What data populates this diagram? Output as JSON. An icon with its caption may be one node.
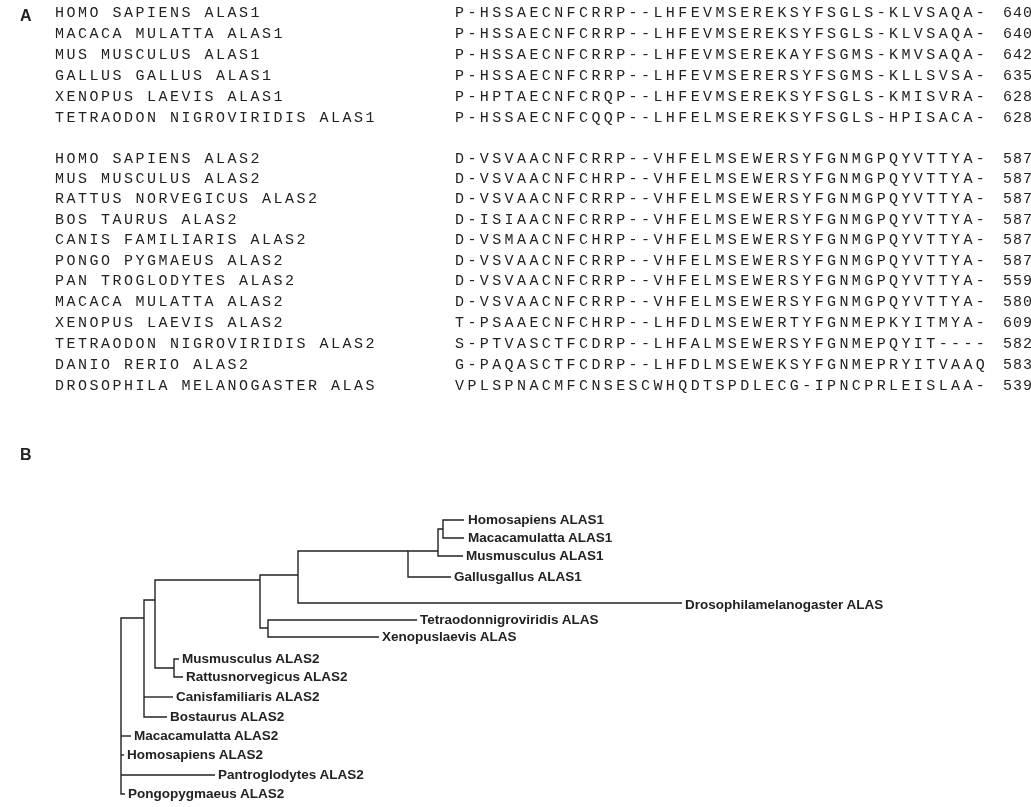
{
  "diagram": {
    "labels": [
      "A",
      "HOMO SAPIENS ALAS1",
      "P-HSSAECNFCRRP--LHFEVMSEREKSYFSGLS-KLVSAQA-",
      "640",
      "MACACA MULATTA ALAS1",
      "P-HSSAECNFCRRP--LHFEVMSEREKSYFSGLS-KLVSAQA-",
      "640",
      "MUS MUSCULUS ALAS1",
      "P-HSSAECNFCRRP--LHFEVMSEREKAYFSGMS-KMVSAQA-",
      "642",
      "GALLUS GALLUS ALAS1",
      "P-HSSAECNFCRRP--LHFEVMSERERSYFSGMS-KLLSVSA-",
      "635",
      "XENOPUS LAEVIS ALAS1",
      "P-HPTAECNFCRQP--LHFEVMSEREKSYFSGLS-KMISVRA-",
      "628",
      "TETRAODON NIGROVIRIDIS ALAS1",
      "P-HSSAECNFCQQP--LHFELMSEREKSYFSGLS-HPISACA-",
      "628",
      "HOMO SAPIENS ALAS2",
      "D-VSVAACNFCRRP--VHFELMSEWERSYFGNMGPQYVTTYA-",
      "587",
      "MUS MUSCULUS ALAS2",
      "D-VSVAACNFCHRP--VHFELMSEWERSYFGNMGPQYVTTYA-",
      "587",
      "RATTUS NORVEGICUS ALAS2",
      "D-VSVAACNFCRRP--VHFELMSEWERSYFGNMGPQYVTTYA-",
      "587",
      "BOS TAURUS ALAS2",
      "D-ISIAACNFCRRP--VHFELMSEWERSYFGNMGPQYVTTYA-",
      "587",
      "CANIS FAMILIARIS ALAS2",
      "D-VSMAACNFCHRP--VHFELMSEWERSYFGNMGPQYVTTYA-",
      "587",
      "PONGO PYGMAEUS ALAS2",
      "D-VSVAACNFCRRP--VHFELMSEWERSYFGNMGPQYVTTYA-",
      "587",
      "PAN TROGLODYTES ALAS2",
      "D-VSVAACNFCRRP--VHFELMSEWERSYFGNMGPQYVTTYA-",
      "559",
      "MACACA MULATTA ALAS2",
      "D-VSVAACNFCRRP--VHFELMSEWERSYFGNMGPQYVTTYA-",
      "580",
      "XENOPUS LAEVIS ALAS2",
      "T-PSAAECNFCHRP--LHFDLMSEWERTYFGNMEPKYITMYA-",
      "609",
      "TETRAODON NIGROVIRIDIS ALAS2",
      "S-PTVASCTFCDRP--LHFALMSEWERSYFGNMEPQYIT----",
      "582",
      "DANIO RERIO ALAS2",
      "G-PAQASCTFCDRP--LHFDLMSEWEKSYFGNMEPRYITVAAQ",
      "583",
      "DROSOPHILA MELANOGASTER ALAS",
      "VPLSPNACMFCNSESCWHQDTSPDLECG-IPNCPRLEISLAA-",
      "539",
      "B",
      "Homosapiens ALAS1",
      "Macacamulatta ALAS1",
      "Musmusculus ALAS1",
      "Gallusgallus ALAS1",
      "Drosophilamelanogaster ALAS",
      "Tetraodonnigroviridis ALAS",
      "Xenopuslaevis ALAS",
      "Musmusculus ALAS2",
      "Rattusnorvegicus ALAS2",
      "Canisfamiliaris ALAS2",
      "Bostaurus ALAS2",
      "Macacamulatta ALAS2",
      "Homosapiens ALAS2",
      "Pantroglodytes ALAS2",
      "Pongopygmaeus ALAS2"
    ]
  }
}
